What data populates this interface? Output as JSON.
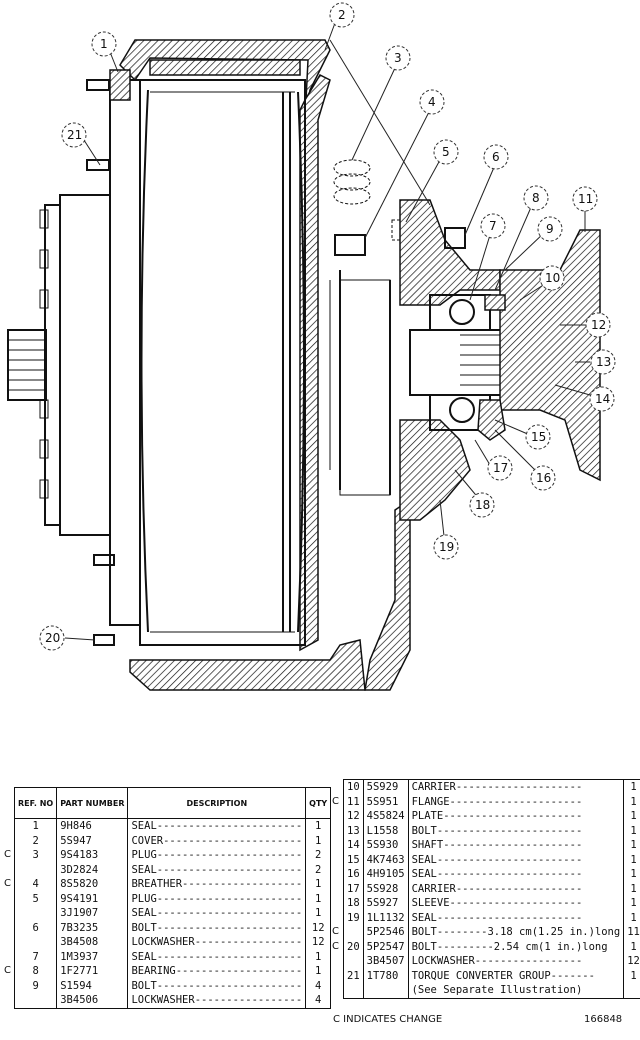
{
  "callouts": [
    "1",
    "2",
    "3",
    "4",
    "5",
    "6",
    "7",
    "8",
    "9",
    "10",
    "11",
    "12",
    "13",
    "14",
    "15",
    "16",
    "17",
    "18",
    "19",
    "20",
    "21"
  ],
  "left_table": {
    "headers": {
      "ref": "REF. NO",
      "part": "PART NUMBER",
      "desc": "DESCRIPTION",
      "qty": "QTY"
    },
    "rows": [
      {
        "c": "",
        "ref": "1",
        "part": "9H846",
        "desc": "SEAL-----------------------",
        "qty": "1"
      },
      {
        "c": "",
        "ref": "2",
        "part": "5S947",
        "desc": "COVER----------------------",
        "qty": "1"
      },
      {
        "c": "C",
        "ref": "3",
        "part": "9S4183",
        "desc": "PLUG-----------------------",
        "qty": "2"
      },
      {
        "c": "",
        "ref": "",
        "part": "3D2824",
        "desc": "SEAL-----------------------",
        "qty": "2"
      },
      {
        "c": "C",
        "ref": "4",
        "part": "8S5820",
        "desc": "BREATHER-------------------",
        "qty": "1"
      },
      {
        "c": "",
        "ref": "5",
        "part": "9S4191",
        "desc": "PLUG-----------------------",
        "qty": "1"
      },
      {
        "c": "",
        "ref": "",
        "part": "3J1907",
        "desc": "SEAL-----------------------",
        "qty": "1"
      },
      {
        "c": "",
        "ref": "6",
        "part": "7B3235",
        "desc": "BOLT-----------------------",
        "qty": "12"
      },
      {
        "c": "",
        "ref": "",
        "part": "3B4508",
        "desc": "LOCKWASHER-----------------",
        "qty": "12"
      },
      {
        "c": "",
        "ref": "7",
        "part": "1M3937",
        "desc": "SEAL-----------------------",
        "qty": "1"
      },
      {
        "c": "C",
        "ref": "8",
        "part": "1F2771",
        "desc": "BEARING--------------------",
        "qty": "1"
      },
      {
        "c": "",
        "ref": "9",
        "part": "S1594",
        "desc": "BOLT-----------------------",
        "qty": "4"
      },
      {
        "c": "",
        "ref": "",
        "part": "3B4506",
        "desc": "LOCKWASHER-----------------",
        "qty": "4"
      }
    ]
  },
  "right_table": {
    "rows": [
      {
        "c": "",
        "ref": "10",
        "part": "5S929",
        "desc": "CARRIER--------------------",
        "qty": "1"
      },
      {
        "c": "C",
        "ref": "11",
        "part": "5S951",
        "desc": "FLANGE---------------------",
        "qty": "1"
      },
      {
        "c": "",
        "ref": "12",
        "part": "4S5824",
        "desc": "PLATE----------------------",
        "qty": "1"
      },
      {
        "c": "",
        "ref": "13",
        "part": "L1558",
        "desc": "BOLT-----------------------",
        "qty": "1"
      },
      {
        "c": "",
        "ref": "14",
        "part": "5S930",
        "desc": "SHAFT----------------------",
        "qty": "1"
      },
      {
        "c": "",
        "ref": "15",
        "part": "4K7463",
        "desc": "SEAL-----------------------",
        "qty": "1"
      },
      {
        "c": "",
        "ref": "16",
        "part": "4H9105",
        "desc": "SEAL-----------------------",
        "qty": "1"
      },
      {
        "c": "",
        "ref": "17",
        "part": "5S928",
        "desc": "CARRIER--------------------",
        "qty": "1"
      },
      {
        "c": "",
        "ref": "18",
        "part": "5S927",
        "desc": "SLEEVE---------------------",
        "qty": "1"
      },
      {
        "c": "",
        "ref": "19",
        "part": "1L1132",
        "desc": "SEAL-----------------------",
        "qty": "1"
      },
      {
        "c": "C",
        "ref": "",
        "part": "5P2546",
        "desc": "BOLT--------3.18 cm(1.25 in.)long",
        "qty": "11"
      },
      {
        "c": "C",
        "ref": "20",
        "part": "5P2547",
        "desc": "BOLT---------2.54 cm(1 in.)long",
        "qty": "1"
      },
      {
        "c": "",
        "ref": "",
        "part": "3B4507",
        "desc": "LOCKWASHER-----------------",
        "qty": "12"
      },
      {
        "c": "",
        "ref": "21",
        "part": "1T780",
        "desc": "TORQUE CONVERTER GROUP-------",
        "qty": "1"
      },
      {
        "c": "",
        "ref": "",
        "part": "",
        "desc": "(See Separate Illustration)",
        "qty": ""
      }
    ]
  },
  "footer": {
    "note": "C INDICATES CHANGE",
    "number": "166848"
  }
}
